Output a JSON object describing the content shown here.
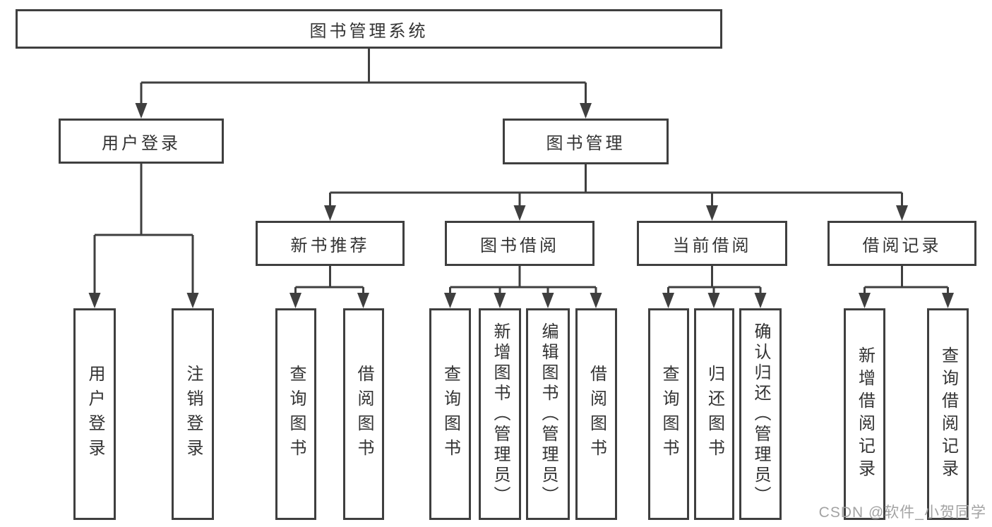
{
  "tree": {
    "label": "图书管理系统",
    "children": [
      {
        "label": "用户登录",
        "children": [
          {
            "label": "用户登录"
          },
          {
            "label": "注销登录"
          }
        ]
      },
      {
        "label": "图书管理",
        "children": [
          {
            "label": "新书推荐",
            "children": [
              {
                "label": "查询图书"
              },
              {
                "label": "借阅图书"
              }
            ]
          },
          {
            "label": "图书借阅",
            "children": [
              {
                "label": "查询图书"
              },
              {
                "label": "新增图书（管理员）"
              },
              {
                "label": "编辑图书（管理员）"
              },
              {
                "label": "借阅图书"
              }
            ]
          },
          {
            "label": "当前借阅",
            "children": [
              {
                "label": "查询图书"
              },
              {
                "label": "归还图书"
              },
              {
                "label": "确认归还（管理员）"
              }
            ]
          },
          {
            "label": "借阅记录",
            "children": [
              {
                "label": "新增借阅记录"
              },
              {
                "label": "查询借阅记录"
              }
            ]
          }
        ]
      }
    ]
  },
  "watermark": {
    "text": "CSDN @软件_小贺同学"
  },
  "colors": {
    "line": "#3f3f3f",
    "box_border": "#3f3f3f",
    "text": "#333333",
    "background": "#ffffff",
    "watermark": "#9e9e9e"
  }
}
